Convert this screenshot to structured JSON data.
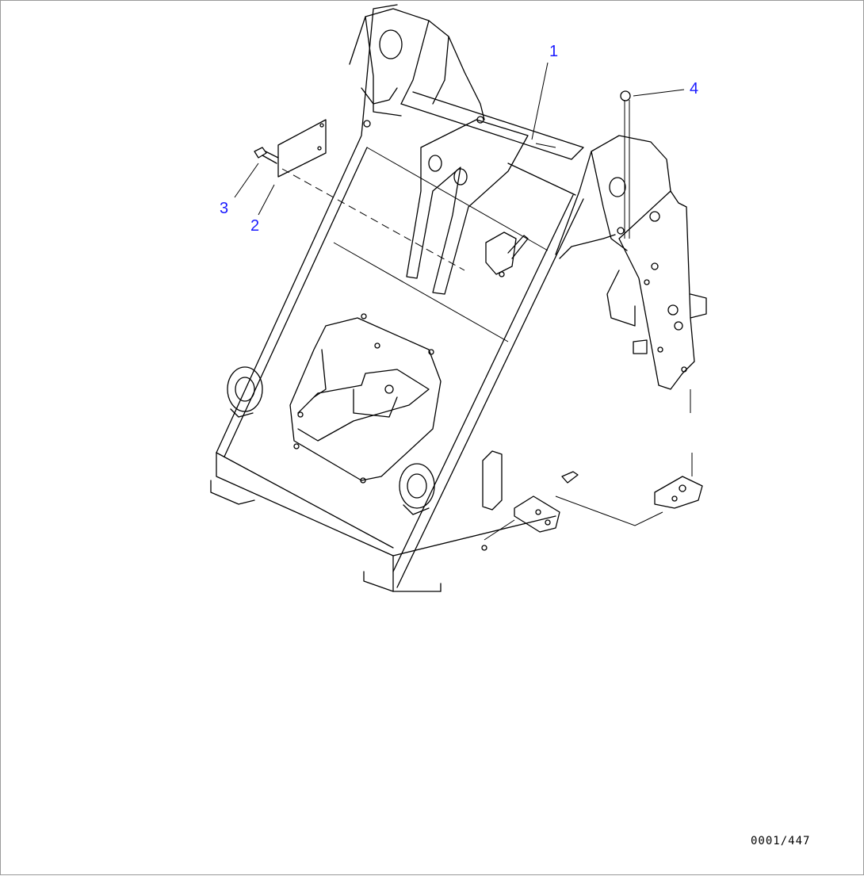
{
  "callouts": [
    {
      "id": "part-1",
      "label": "1"
    },
    {
      "id": "part-2",
      "label": "2"
    },
    {
      "id": "part-3",
      "label": "3"
    },
    {
      "id": "part-4",
      "label": "4"
    }
  ],
  "drawing_code": "0001/447",
  "colors": {
    "callout": "#1a1aff",
    "line": "#000000",
    "border": "#9a9a9a"
  }
}
